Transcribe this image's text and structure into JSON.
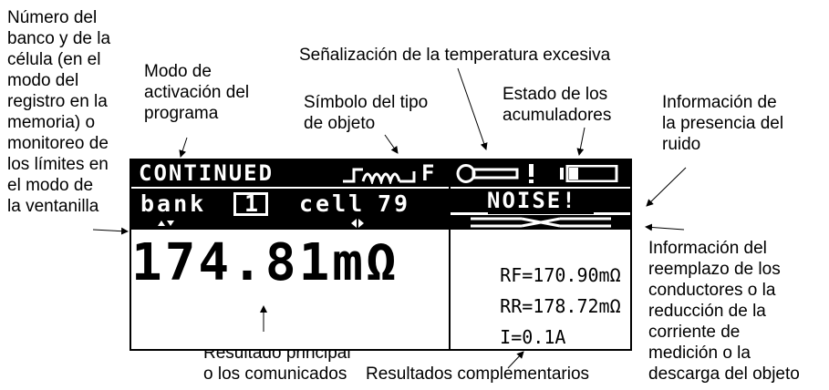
{
  "annotations": {
    "bank_cell": "Número del\nbanco y de la\ncélula (en el\nmodo del\nregistro en la\nmemoria) o\nmonitoreo de\nlos límites en\nel modo de\nla ventanilla",
    "activation_mode": "Modo de\nactivación del\nprograma",
    "temperature": "Señalización de la temperatura excesiva",
    "object_type": "Símbolo del tipo\nde objeto",
    "battery": "Estado de los\nacumuladores",
    "noise_info": "Información de\nla presencia del\nruido",
    "replacement_info": "Información del\nreemplazo de los\nconductores o la\nreducción de la\ncorriente de\nmedición o la\ndescarga del objeto",
    "main_result": "Resultado principal\no los comunicados",
    "extra_results": "Resultados complementarios"
  },
  "lcd": {
    "mode": "CONTINUED",
    "object_symbol": "F",
    "bank_label": "bank",
    "bank_number": "1",
    "cell_label": "cell",
    "cell_number": "79",
    "noise": "NOISE!",
    "main_value": "174.81mΩ",
    "rf_label": "RF",
    "rf_value": "=170.90mΩ",
    "rr_label": "RR",
    "rr_value": "=178.72mΩ",
    "i_label": "I",
    "i_value": "=0.1A"
  }
}
